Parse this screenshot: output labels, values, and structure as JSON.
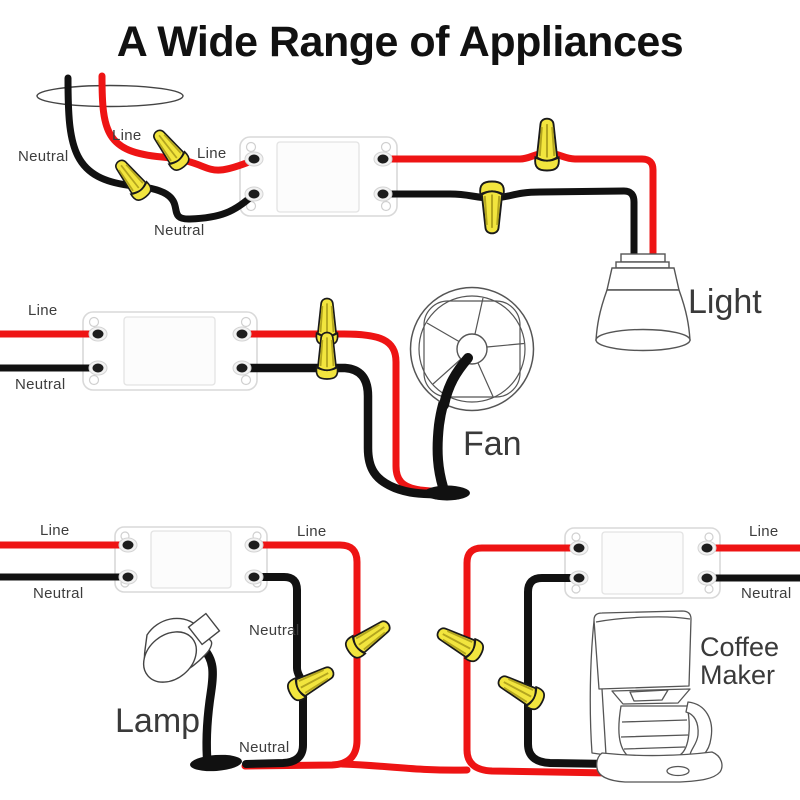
{
  "title": "A Wide Range of Appliances",
  "colors": {
    "line_wire": "#ee1414",
    "neutral_wire": "#111111",
    "wire_connector": "#f2e53e",
    "module_body": "#ffffff",
    "outline": "#555555",
    "label_text": "#3d3d3d"
  },
  "circuits": {
    "ceiling_light": {
      "labels": {
        "line_top": "Line",
        "neutral_left": "Neutral",
        "line_right": "Line",
        "neutral_bottom": "Neutral"
      },
      "appliance": "Light"
    },
    "fan": {
      "labels": {
        "line": "Line",
        "neutral": "Neutral"
      },
      "appliance": "Fan"
    },
    "lamp": {
      "labels": {
        "line_left": "Line",
        "neutral_left": "Neutral",
        "line_right": "Line",
        "neutral_mid": "Neutral",
        "neutral_bottom": "Neutral"
      },
      "appliance": "Lamp"
    },
    "coffee_maker": {
      "labels": {
        "line_right": "Line",
        "neutral_right": "Neutral"
      },
      "appliance_line1": "Coffee",
      "appliance_line2": "Maker"
    }
  }
}
